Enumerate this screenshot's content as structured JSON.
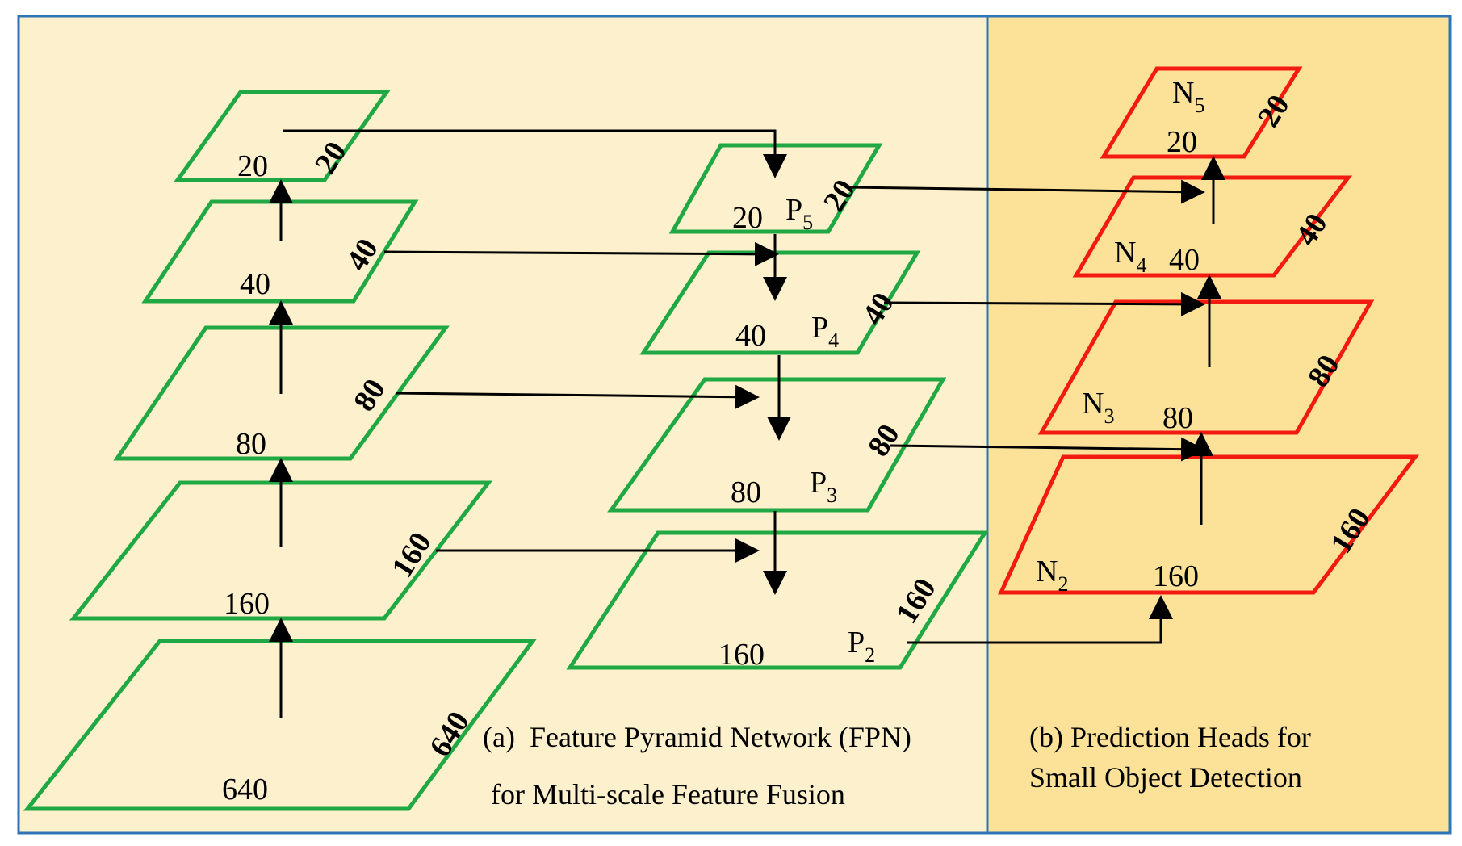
{
  "colors": {
    "panel_a_bg": "#FDF0CC",
    "panel_b_bg": "#FCE299",
    "border": "#2E75B6",
    "fpn_plane": "#1FA843",
    "head_plane": "#F31A12",
    "arrow": "#000000"
  },
  "backbone": {
    "levels": [
      {
        "front": "640",
        "side": "640"
      },
      {
        "front": "160",
        "side": "160"
      },
      {
        "front": "80",
        "side": "80"
      },
      {
        "front": "40",
        "side": "40"
      },
      {
        "front": "20",
        "side": "20"
      }
    ]
  },
  "fpn": {
    "levels": [
      {
        "front": "160",
        "side": "160",
        "p": "P",
        "sub": "2"
      },
      {
        "front": "80",
        "side": "80",
        "p": "P",
        "sub": "3"
      },
      {
        "front": "40",
        "side": "40",
        "p": "P",
        "sub": "4"
      },
      {
        "front": "20",
        "side": "20",
        "p": "P",
        "sub": "5"
      }
    ],
    "caption_line1": "(a)  Feature Pyramid Network (FPN)",
    "caption_line2": "for Multi-scale Feature Fusion"
  },
  "heads": {
    "levels": [
      {
        "front": "160",
        "side": "160",
        "n": "N",
        "sub": "2"
      },
      {
        "front": "80",
        "side": "80",
        "n": "N",
        "sub": "3"
      },
      {
        "front": "40",
        "side": "40",
        "n": "N",
        "sub": "4"
      },
      {
        "front": "20",
        "side": "20",
        "n": "N",
        "sub": "5"
      }
    ],
    "caption_line1": "(b) Prediction Heads for",
    "caption_line2": "Small Object Detection"
  }
}
